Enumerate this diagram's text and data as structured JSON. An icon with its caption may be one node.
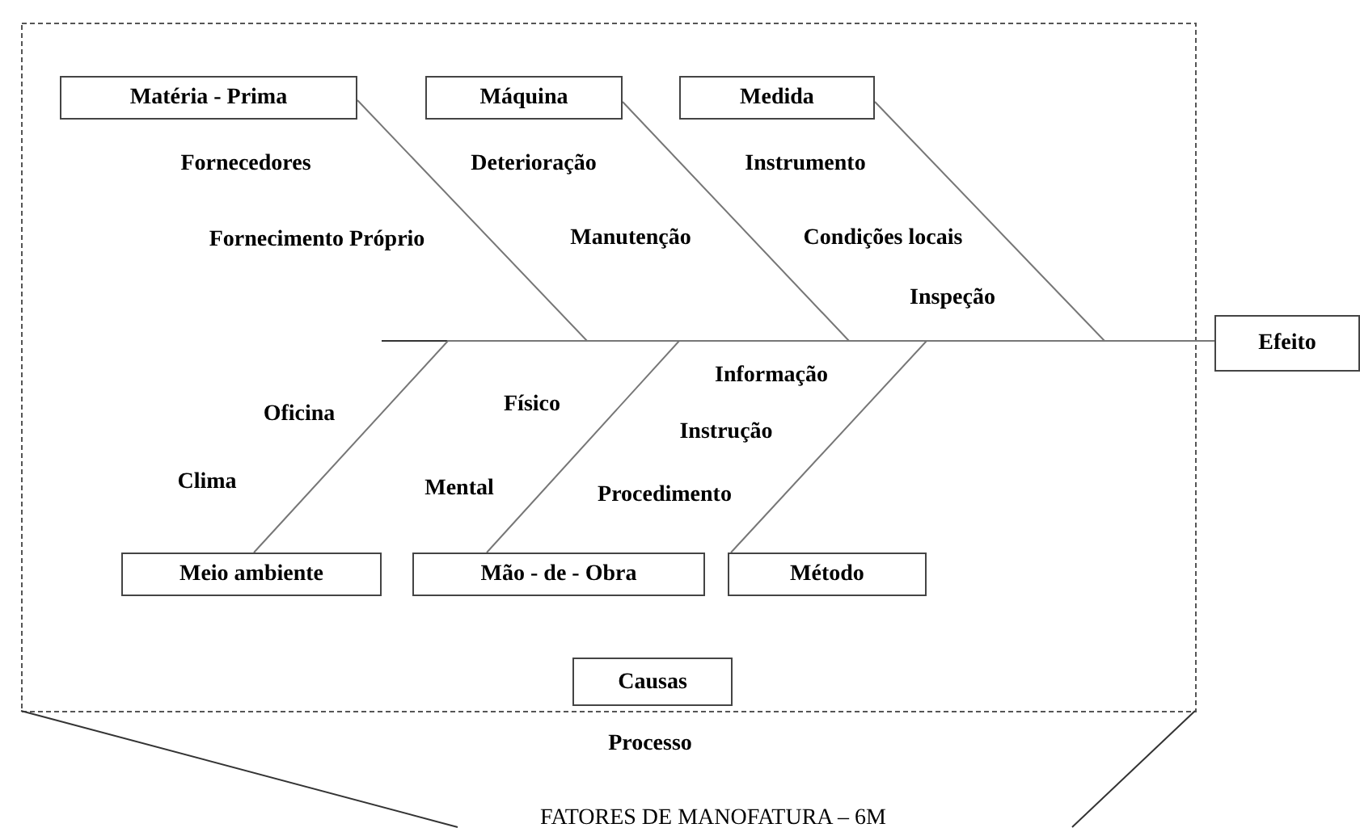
{
  "diagram": {
    "title": "FATORES DE MANOFATURA – 6M",
    "nodes": [
      {
        "text": [
          "Matéria - Prima"
        ]
      },
      {
        "text": [
          "Máquina"
        ]
      },
      {
        "text": [
          "Medida"
        ]
      },
      {
        "text": [
          "Meio ambiente"
        ]
      },
      {
        "text": [
          "Mão - de - Obra"
        ]
      },
      {
        "text": [
          "Método"
        ]
      },
      {
        "text": [
          "Efeito"
        ]
      },
      {
        "text": [
          "Causas"
        ]
      }
    ],
    "edges": [
      {
        "from": 0,
        "to": 6,
        "arrow": "none"
      },
      {
        "from": 1,
        "to": 6,
        "arrow": "none"
      },
      {
        "from": 2,
        "to": 6,
        "arrow": "none"
      },
      {
        "from": 3,
        "to": 6,
        "arrow": "none"
      },
      {
        "from": 4,
        "to": 6,
        "arrow": "none"
      },
      {
        "from": 5,
        "to": 6,
        "arrow": "none"
      }
    ],
    "labels": [
      "Fornecedores",
      "Deterioração",
      "Instrumento",
      "Fornecimento Próprio",
      "Manutenção",
      "Condições locais",
      "Inspeção",
      "Informação",
      "Oficina",
      "Físico",
      "Instrução",
      "Clima",
      "Mental",
      "Procedimento",
      "Processo"
    ]
  }
}
